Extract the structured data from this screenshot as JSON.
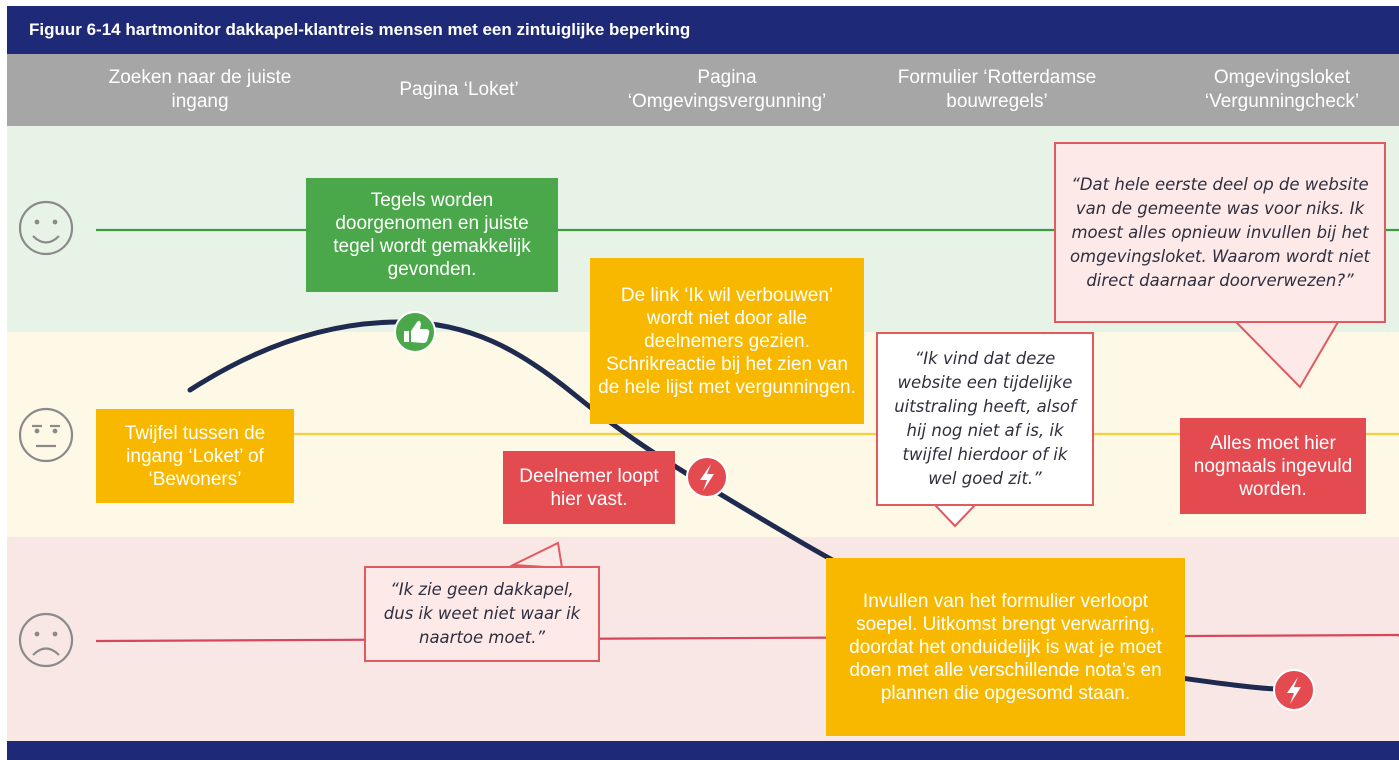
{
  "title": "Figuur 6-14 hartmonitor dakkapel-klantreis mensen met een zintuiglijke beperking",
  "phases": [
    "Zoeken naar de juiste ingang",
    "Pagina ‘Loket’",
    "Pagina ‘Omgevingsvergunning’",
    "Formulier ‘Rotterdamse bouwregels’",
    "Omgevingsloket ‘Vergunningcheck’"
  ],
  "levels": {
    "happy": "smiley-happy-icon",
    "neutral": "smiley-neutral-icon",
    "sad": "smiley-sad-icon"
  },
  "boxes": {
    "tegels": "Tegels worden doorgenomen en juiste tegel wordt gemakkelijk gevonden.",
    "twijfel": "Twijfel tussen de ingang ‘Loket’ of ‘Bewoners’",
    "link": "De link ‘Ik wil verbouwen’ wordt niet door alle deelnemers gezien. Schrikreactie bij het zien van de hele lijst met vergunningen.",
    "deelnemer": "Deelnemer loopt hier vast.",
    "invullen": "Invullen van het formulier verloopt soepel. Uitkomst brengt verwarring, doordat het onduidelijk is wat je moet doen met alle verschillende nota’s en plannen die opgesomd staan.",
    "alles": "Alles moet hier nogmaals ingevuld worden."
  },
  "quotes": {
    "dakkapel": "“Ik zie geen dakkapel, dus ik weet niet waar ik naartoe moet.”",
    "website": "“Ik vind dat deze website een tijdelijke uitstraling heeft, alsof hij nog niet af is, ik twijfel hierdoor of ik wel goed zit.”",
    "gemeente": "“Dat hele eerste deel op de website van de gemeente was voor niks. Ik moest alles opnieuw invullen bij het omgevingsloket. Waarom wordt niet direct daarnaar doorverwezen?”"
  },
  "markers": [
    "thumbs-up-icon",
    "lightning-icon",
    "lightning-icon"
  ],
  "colors": {
    "navy": "#1e2a78",
    "grey": "#a6a6a6",
    "green": "#4aa84a",
    "yellow": "#f8b800",
    "red": "#e34b51",
    "journey": "#1e2a4f"
  }
}
